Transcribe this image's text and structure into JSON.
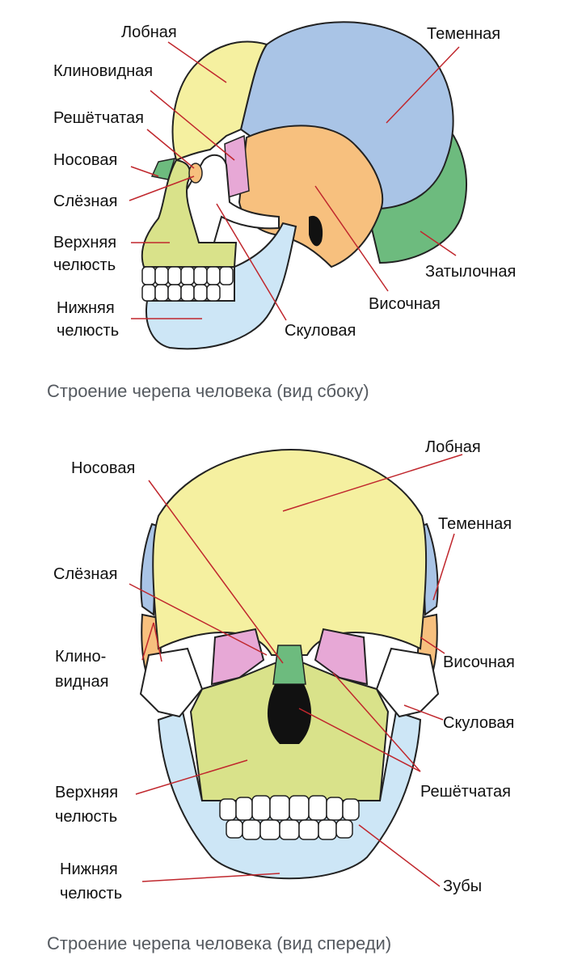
{
  "side_view": {
    "caption": "Строение черепа человека (вид сбоку)",
    "labels": {
      "frontal": "Лобная",
      "parietal": "Теменная",
      "sphenoid": "Клиновидная",
      "ethmoid": "Решётчатая",
      "nasal": "Носовая",
      "lacrimal": "Слёзная",
      "maxilla_1": "Верхняя",
      "maxilla_2": "челюсть",
      "occipital": "Затылочная",
      "mandible_1": "Нижняя",
      "mandible_2": "челюсть",
      "temporal": "Височная",
      "zygomatic": "Скуловая"
    }
  },
  "front_view": {
    "caption": "Строение черепа человека (вид спереди)",
    "labels": {
      "frontal": "Лобная",
      "nasal": "Носовая",
      "parietal": "Теменная",
      "lacrimal": "Слёзная",
      "sphenoid_1": "Клино-",
      "sphenoid_2": "видная",
      "temporal": "Височная",
      "zygomatic": "Скуловая",
      "maxilla_1": "Верхняя",
      "maxilla_2": "челюсть",
      "ethmoid": "Решётчатая",
      "mandible_1": "Нижняя",
      "mandible_2": "челюсть",
      "teeth": "Зубы"
    }
  },
  "colors": {
    "frontal": "#f5f0a0",
    "parietal": "#a9c4e6",
    "temporal": "#f7c07e",
    "occipital": "#6dbb7e",
    "sphenoid": "#e7a8d6",
    "zygomatic": "#ffffff",
    "maxilla": "#d9e28a",
    "mandible": "#cde6f6",
    "nasal": "#6dbb7e",
    "leader": "#c0272d"
  }
}
